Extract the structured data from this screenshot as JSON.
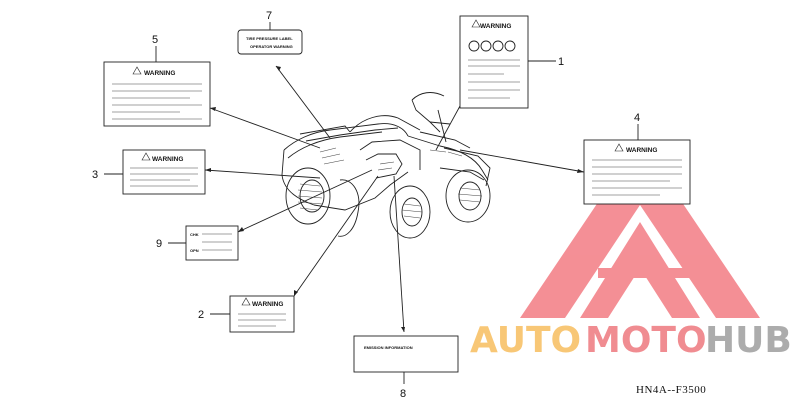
{
  "diagram": {
    "code": "HN4A--F3500",
    "callouts": [
      "1",
      "2",
      "3",
      "4",
      "5",
      "7",
      "8",
      "9"
    ],
    "labels": {
      "warning": "WARNING",
      "tire": "TIRE PRESSURE LABEL",
      "tire_sub": "OPERATOR WARNING",
      "emission": "EMISSION INFORMATION",
      "chk1": "CHK",
      "chk2": "OPN"
    }
  },
  "watermark": {
    "auto": "AUTO",
    "moto": "MOTO",
    "hub": "HUB",
    "colors": {
      "auto": "#f5a623",
      "moto": "#e8474f",
      "hub": "#7a7a7a",
      "logo": "#ee4b55"
    }
  }
}
